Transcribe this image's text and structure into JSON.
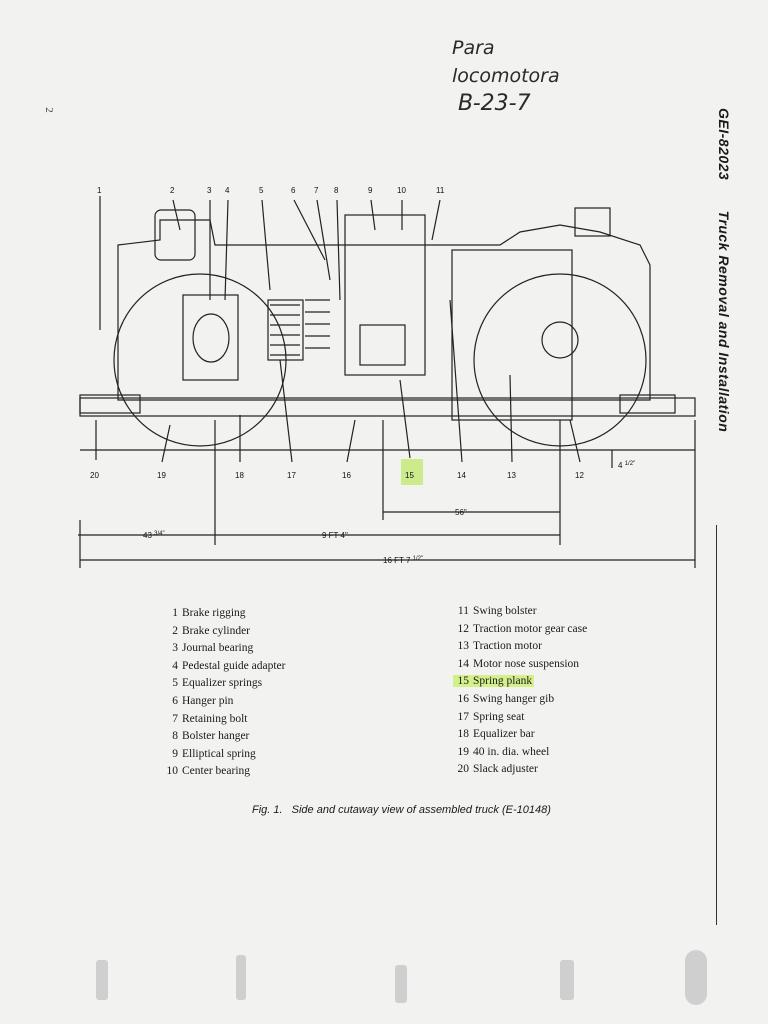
{
  "page_number": "2",
  "handwritten_note": [
    "Para",
    "locomotora",
    "B-23-7"
  ],
  "header": {
    "doc_code": "GEI-82023",
    "section_title": "Truck Removal and Installation"
  },
  "diagram": {
    "top_callouts": [
      "1",
      "2",
      "3",
      "4",
      "5",
      "6",
      "7",
      "8",
      "9",
      "10",
      "11"
    ],
    "bottom_callouts": [
      "20",
      "19",
      "18",
      "17",
      "16",
      "15",
      "14",
      "13",
      "12"
    ],
    "dimensions": {
      "rail_height": "4",
      "rail_height_frac": "1/2\"",
      "gear_span": "56\"",
      "overhang": "43",
      "overhang_frac": "3/4\"",
      "wheelbase": "9 FT 4\"",
      "overall": "16 FT 7",
      "overall_frac": "1/2\""
    }
  },
  "legend_left": [
    {
      "num": "1",
      "label": "Brake rigging"
    },
    {
      "num": "2",
      "label": "Brake cylinder"
    },
    {
      "num": "3",
      "label": "Journal bearing"
    },
    {
      "num": "4",
      "label": "Pedestal guide adapter"
    },
    {
      "num": "5",
      "label": "Equalizer springs"
    },
    {
      "num": "6",
      "label": "Hanger pin"
    },
    {
      "num": "7",
      "label": "Retaining bolt"
    },
    {
      "num": "8",
      "label": "Bolster hanger"
    },
    {
      "num": "9",
      "label": "Elliptical spring"
    },
    {
      "num": "10",
      "label": "Center bearing"
    }
  ],
  "legend_right": [
    {
      "num": "11",
      "label": "Swing bolster"
    },
    {
      "num": "12",
      "label": "Traction motor gear case"
    },
    {
      "num": "13",
      "label": "Traction motor"
    },
    {
      "num": "14",
      "label": "Motor nose suspension"
    },
    {
      "num": "15",
      "label": "Spring plank",
      "highlighted": true
    },
    {
      "num": "16",
      "label": "Swing hanger gib"
    },
    {
      "num": "17",
      "label": "Spring seat"
    },
    {
      "num": "18",
      "label": "Equalizer bar"
    },
    {
      "num": "19",
      "label": "40 in. dia. wheel"
    },
    {
      "num": "20",
      "label": "Slack adjuster"
    }
  ],
  "caption": {
    "label": "Fig. 1.",
    "text": "Side and cutaway view of assembled truck (E-10148)"
  },
  "colors": {
    "highlight": "#d4f08a",
    "ink": "#1a1a1a",
    "paper": "#f2f2f0"
  }
}
